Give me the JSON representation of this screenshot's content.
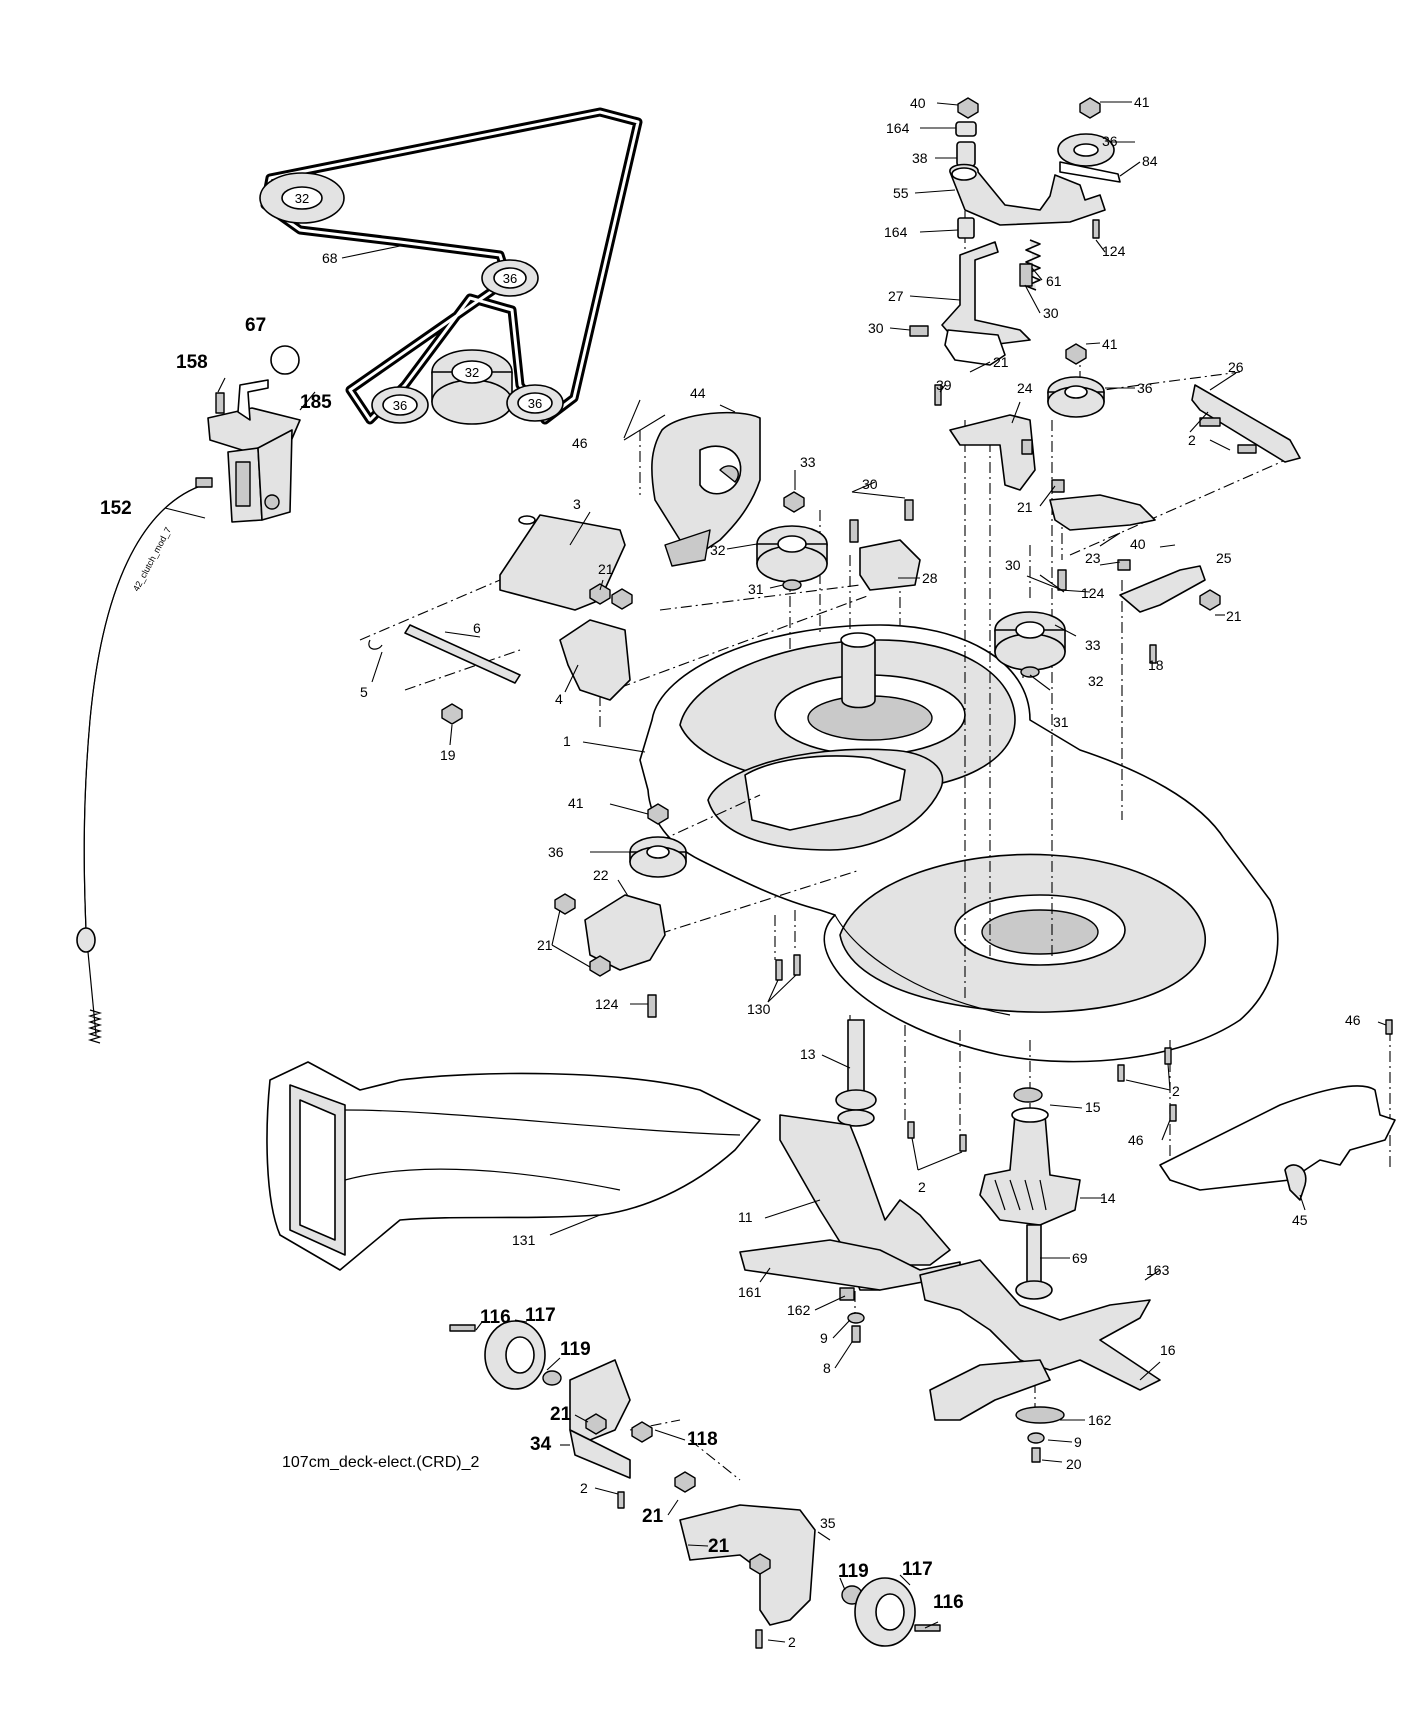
{
  "caption": "107cm_deck-elect.(CRD)_2",
  "cable_tag": "42_clutch_mod_7",
  "belt_pulleys": [
    "32",
    "36",
    "32",
    "36",
    "36"
  ],
  "callouts": [
    {
      "n": "40",
      "bold": false
    },
    {
      "n": "41",
      "bold": false
    },
    {
      "n": "164",
      "bold": false
    },
    {
      "n": "36",
      "bold": false
    },
    {
      "n": "84",
      "bold": false
    },
    {
      "n": "38",
      "bold": false
    },
    {
      "n": "55",
      "bold": false
    },
    {
      "n": "164",
      "bold": false
    },
    {
      "n": "124",
      "bold": false
    },
    {
      "n": "61",
      "bold": false
    },
    {
      "n": "27",
      "bold": false
    },
    {
      "n": "30",
      "bold": false
    },
    {
      "n": "30",
      "bold": false
    },
    {
      "n": "41",
      "bold": false
    },
    {
      "n": "21",
      "bold": false
    },
    {
      "n": "39",
      "bold": false
    },
    {
      "n": "24",
      "bold": false
    },
    {
      "n": "36",
      "bold": false
    },
    {
      "n": "26",
      "bold": false
    },
    {
      "n": "2",
      "bold": false
    },
    {
      "n": "68",
      "bold": false
    },
    {
      "n": "67",
      "bold": true
    },
    {
      "n": "158",
      "bold": true
    },
    {
      "n": "185",
      "bold": true
    },
    {
      "n": "152",
      "bold": true
    },
    {
      "n": "44",
      "bold": false
    },
    {
      "n": "46",
      "bold": false
    },
    {
      "n": "33",
      "bold": false
    },
    {
      "n": "30",
      "bold": false
    },
    {
      "n": "32",
      "bold": false
    },
    {
      "n": "31",
      "bold": false
    },
    {
      "n": "28",
      "bold": false
    },
    {
      "n": "21",
      "bold": false
    },
    {
      "n": "23",
      "bold": false
    },
    {
      "n": "40",
      "bold": false
    },
    {
      "n": "25",
      "bold": false
    },
    {
      "n": "21",
      "bold": false
    },
    {
      "n": "30",
      "bold": false
    },
    {
      "n": "124",
      "bold": false
    },
    {
      "n": "18",
      "bold": false
    },
    {
      "n": "33",
      "bold": false
    },
    {
      "n": "32",
      "bold": false
    },
    {
      "n": "31",
      "bold": false
    },
    {
      "n": "3",
      "bold": false
    },
    {
      "n": "21",
      "bold": false
    },
    {
      "n": "6",
      "bold": false
    },
    {
      "n": "5",
      "bold": false
    },
    {
      "n": "4",
      "bold": false
    },
    {
      "n": "19",
      "bold": false
    },
    {
      "n": "1",
      "bold": false
    },
    {
      "n": "41",
      "bold": false
    },
    {
      "n": "36",
      "bold": false
    },
    {
      "n": "22",
      "bold": false
    },
    {
      "n": "21",
      "bold": false
    },
    {
      "n": "124",
      "bold": false
    },
    {
      "n": "130",
      "bold": false
    },
    {
      "n": "13",
      "bold": false
    },
    {
      "n": "15",
      "bold": false
    },
    {
      "n": "2",
      "bold": false
    },
    {
      "n": "46",
      "bold": false
    },
    {
      "n": "46",
      "bold": false
    },
    {
      "n": "45",
      "bold": false
    },
    {
      "n": "2",
      "bold": false
    },
    {
      "n": "14",
      "bold": false
    },
    {
      "n": "131",
      "bold": false
    },
    {
      "n": "11",
      "bold": false
    },
    {
      "n": "69",
      "bold": false
    },
    {
      "n": "161",
      "bold": false
    },
    {
      "n": "163",
      "bold": false
    },
    {
      "n": "162",
      "bold": false
    },
    {
      "n": "9",
      "bold": false
    },
    {
      "n": "8",
      "bold": false
    },
    {
      "n": "16",
      "bold": false
    },
    {
      "n": "162",
      "bold": false
    },
    {
      "n": "9",
      "bold": false
    },
    {
      "n": "20",
      "bold": false
    },
    {
      "n": "116",
      "bold": true
    },
    {
      "n": "117",
      "bold": true
    },
    {
      "n": "119",
      "bold": true
    },
    {
      "n": "21",
      "bold": true
    },
    {
      "n": "34",
      "bold": true
    },
    {
      "n": "118",
      "bold": true
    },
    {
      "n": "2",
      "bold": false
    },
    {
      "n": "21",
      "bold": true
    },
    {
      "n": "35",
      "bold": false
    },
    {
      "n": "21",
      "bold": true
    },
    {
      "n": "119",
      "bold": true
    },
    {
      "n": "117",
      "bold": true
    },
    {
      "n": "116",
      "bold": true
    },
    {
      "n": "2",
      "bold": false
    }
  ]
}
